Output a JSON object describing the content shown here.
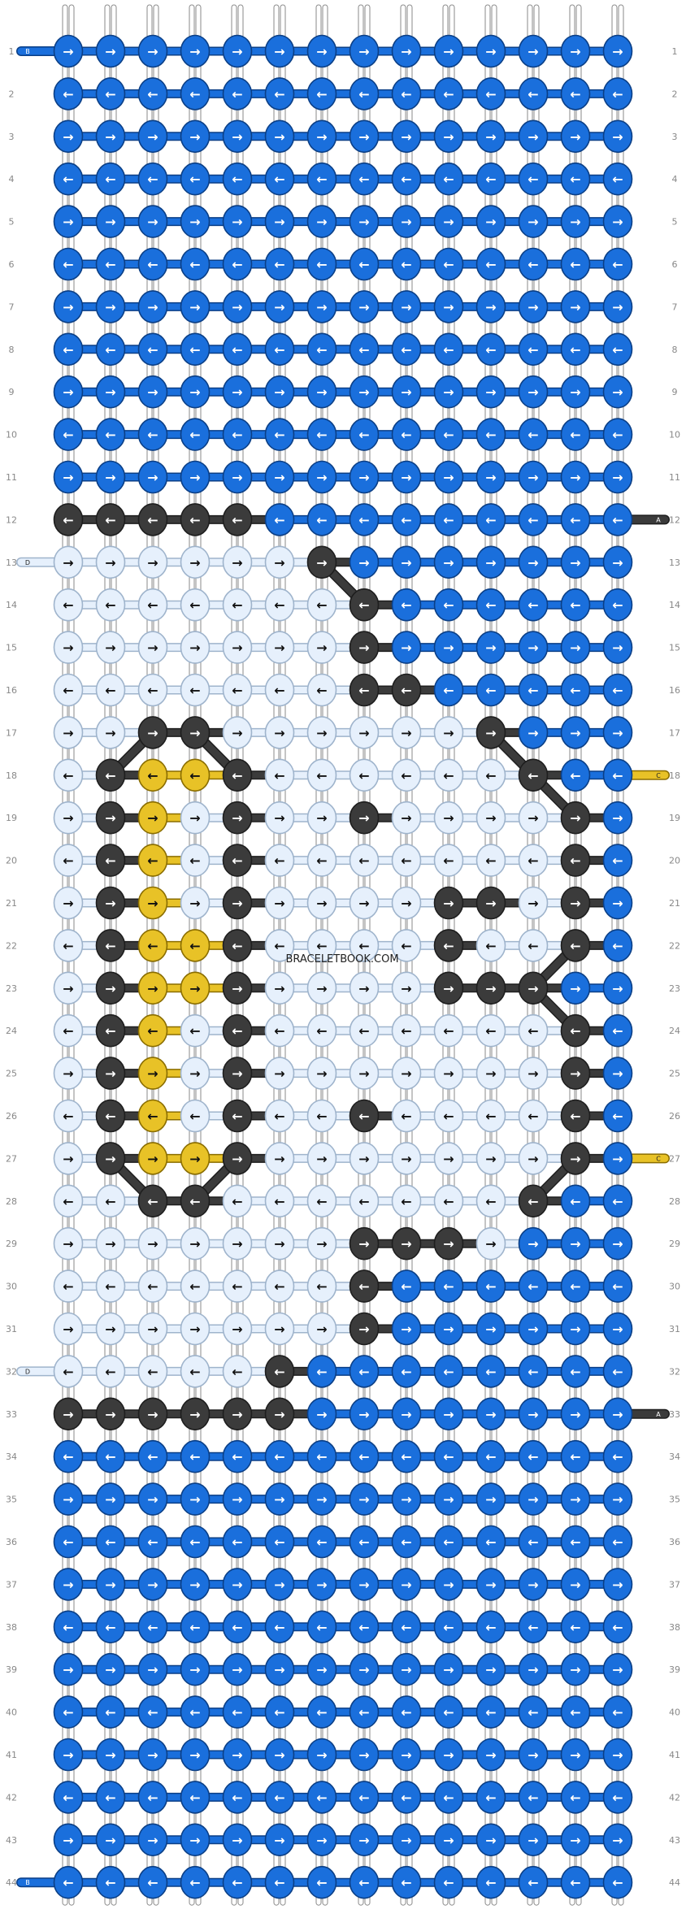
{
  "watermark": "BRACELETBOOK.COM",
  "colors": {
    "B": "#1a6fdc",
    "A": "#3b3b3b",
    "C": "#e8c227",
    "D": "#e6f0fc"
  },
  "pattern": {
    "rows": 44,
    "columns": 14,
    "row_labels": [
      "1",
      "2",
      "3",
      "4",
      "5",
      "6",
      "7",
      "8",
      "9",
      "10",
      "11",
      "12",
      "13",
      "14",
      "15",
      "16",
      "17",
      "18",
      "19",
      "20",
      "21",
      "22",
      "23",
      "24",
      "25",
      "26",
      "27",
      "28",
      "29",
      "30",
      "31",
      "32",
      "33",
      "34",
      "35",
      "36",
      "37",
      "38",
      "39",
      "40",
      "41",
      "42",
      "43",
      "44"
    ],
    "legend": "B = blue, A = dark gray, C = yellow, D = light blue",
    "strand_ends": [
      {
        "row": 1,
        "side": "left",
        "letter": "B"
      },
      {
        "row": 44,
        "side": "left",
        "letter": "B"
      },
      {
        "row": 12,
        "side": "right",
        "letter": "A"
      },
      {
        "row": 33,
        "side": "right",
        "letter": "A"
      },
      {
        "row": 13,
        "side": "left",
        "letter": "D"
      },
      {
        "row": 32,
        "side": "left",
        "letter": "D"
      },
      {
        "row": 18,
        "side": "right",
        "letter": "C"
      },
      {
        "row": 27,
        "side": "right",
        "letter": "C"
      }
    ],
    "knot_rows": [
      "BBBBBBBBBBBBBB",
      "BBBBBBBBBBBBBB",
      "BBBBBBBBBBBBBB",
      "BBBBBBBBBBBBBB",
      "BBBBBBBBBBBBBB",
      "BBBBBBBBBBBBBB",
      "BBBBBBBBBBBBBB",
      "BBBBBBBBBBBBBB",
      "BBBBBBBBBBBBBB",
      "BBBBBBBBBBBBBB",
      "BBBBBBBBBBBBBB",
      "AAAAABBBBBBBBB",
      "DDDDDDABBBBBBB",
      "DDDDDDDABBBBBB",
      "DDDDDDDABBBBBB",
      "DDDDDDDAABBBBB",
      "DDAADDDDDDABBB",
      "DACCADDDDDDABB",
      "DACDADDADDDDAB",
      "DACDADDDDDDDAB",
      "DACDADDDDAADAB",
      "DACCADDDDADDAB",
      "DACCADDDDAAABB",
      "DACDADDDDDDDAB",
      "DACDADDDDDDDAB",
      "DACDADDADDDDAB",
      "DACCADDDDDDDAB",
      "DDAADDDDDDDABB",
      "DDDDDDDAAADBBB",
      "DDDDDDDABBBBBB",
      "DDDDDDDABBBBBB",
      "DDDDDABBBBBBBB",
      "AAAAAABBBBBBBB",
      "BBBBBBBBBBBBBB",
      "BBBBBBBBBBBBBB",
      "BBBBBBBBBBBBBB",
      "BBBBBBBBBBBBBB",
      "BBBBBBBBBBBBBB",
      "BBBBBBBBBBBBBB",
      "BBBBBBBBBBBBBB",
      "BBBBBBBBBBBBBB",
      "BBBBBBBBBBBBBB",
      "BBBBBBBBBBBBBB",
      "BBBBBBBBBBBBBB"
    ],
    "arrow_rows": [
      "RRRRRRRRRRRRRR",
      "LLLLLLLLLLLLLL",
      "RRRRRRRRRRRRRR",
      "LLLLLLLLLLLLLL",
      "RRRRRRRRRRRRRR",
      "LLLLLLLLLLLLLL",
      "RRRRRRRRRRRRRR",
      "LLLLLLLLLLLLLL",
      "RRRRRRRRRRRRRR",
      "LLLLLLLLLLLLLL",
      "RRRRRRRRRRRRRR",
      "LLLLLLLLLLLLLL",
      "RRRRRRRRRRRRRR",
      "LLLLLLLLLLLLLL",
      "RRRRRRRRRRRRRR",
      "LLLLLLLLLLLLLL",
      "RRRRRRRRRRRRRR",
      "LLLLLLLLLLLLLL",
      "RRRRRRRRRRRRRR",
      "LLLLLLLLLLLLLL",
      "RRRRRRRRRRRRRR",
      "LLLLLLLLLLLLLL",
      "RRRRRRRRRRRRRR",
      "LLLLLLLLLLLLLL",
      "RRRRRRRRRRRRRR",
      "LLLLLLLLLLLLLL",
      "RRRRRRRRRRRRRR",
      "LLLLLLLLLLLLLL",
      "RRRRRRRRRRRRRR",
      "LLLLLLLLLLLLLL",
      "RRRRRRRRRRRRRR",
      "LLLLLLLLLLLLLL",
      "RRRRRRRRRRRRRR",
      "LLLLLLLLLLLLLL",
      "RRRRRRRRRRRRRR",
      "LLLLLLLLLLLLLL",
      "RRRRRRRRRRRRRR",
      "LLLLLLLLLLLLLL",
      "RRRRRRRRRRRRRR",
      "LLLLLLLLLLLLLL",
      "RRRRRRRRRRRRRR",
      "LLLLLLLLLLLLLL",
      "RRRRRRRRRRRRRR",
      "LLLLLLLLLLLLLL"
    ]
  }
}
